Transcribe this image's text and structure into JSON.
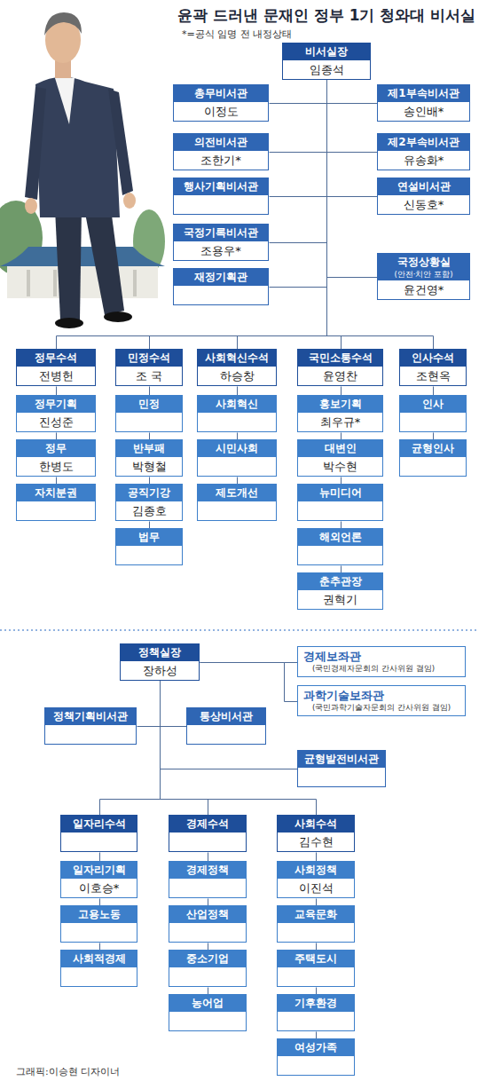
{
  "diagram": {
    "title": "윤곽 드러낸 문재인 정부 1기 청와대 비서실",
    "caption": "그래픽:이승현 디자이너",
    "nodes": [
      {
        "text": [
          "비서실장",
          "임종석"
        ]
      },
      {
        "text": [
          "총무비서관",
          "이정도"
        ]
      },
      {
        "text": [
          "제1부속비서관",
          "송인배*"
        ]
      },
      {
        "text": [
          "의전비서관",
          "조한기*"
        ]
      },
      {
        "text": [
          "제2부속비서관",
          "유송화*"
        ]
      },
      {
        "text": [
          "행사기획비서관"
        ]
      },
      {
        "text": [
          "연설비서관",
          "신동호*"
        ]
      },
      {
        "text": [
          "국정기록비서관",
          "조용우*"
        ]
      },
      {
        "text": [
          "국정상황실",
          "(안전·치안 포함)",
          "윤건영*"
        ]
      },
      {
        "text": [
          "재정기획관"
        ]
      },
      {
        "text": [
          "정무수석",
          "전병헌"
        ]
      },
      {
        "text": [
          "정무기획",
          "진성준"
        ]
      },
      {
        "text": [
          "정무",
          "한병도"
        ]
      },
      {
        "text": [
          "자치분권"
        ]
      },
      {
        "text": [
          "민정수석",
          "조 국"
        ]
      },
      {
        "text": [
          "민정"
        ]
      },
      {
        "text": [
          "반부패",
          "박형철"
        ]
      },
      {
        "text": [
          "공직기강",
          "김종호"
        ]
      },
      {
        "text": [
          "법무"
        ]
      },
      {
        "text": [
          "사회혁신수석",
          "하승창"
        ]
      },
      {
        "text": [
          "사회혁신"
        ]
      },
      {
        "text": [
          "시민사회"
        ]
      },
      {
        "text": [
          "제도개선"
        ]
      },
      {
        "text": [
          "국민소통수석",
          "윤영찬"
        ]
      },
      {
        "text": [
          "홍보기획",
          "최우규*"
        ]
      },
      {
        "text": [
          "대변인",
          "박수현"
        ]
      },
      {
        "text": [
          "뉴미디어"
        ]
      },
      {
        "text": [
          "해외언론"
        ]
      },
      {
        "text": [
          "춘추관장",
          "권혁기"
        ]
      },
      {
        "text": [
          "인사수석",
          "조현옥"
        ]
      },
      {
        "text": [
          "인사"
        ]
      },
      {
        "text": [
          "균형인사"
        ]
      },
      {
        "text": [
          "정책실장",
          "장하성"
        ]
      },
      {
        "text": [
          "경제보좌관",
          "(국민경제자문회의 간사위원 겸임)"
        ]
      },
      {
        "text": [
          "과학기술보좌관",
          "(국민과학기술자문회의 간사위원 겸임)"
        ]
      },
      {
        "text": [
          "정책기획비서관"
        ]
      },
      {
        "text": [
          "통상비서관"
        ]
      },
      {
        "text": [
          "균형발전비서관"
        ]
      },
      {
        "text": [
          "일자리수석"
        ]
      },
      {
        "text": [
          "일자리기획",
          "이호승*"
        ]
      },
      {
        "text": [
          "고용노동"
        ]
      },
      {
        "text": [
          "사회적경제"
        ]
      },
      {
        "text": [
          "경제수석"
        ]
      },
      {
        "text": [
          "경제정책"
        ]
      },
      {
        "text": [
          "산업정책"
        ]
      },
      {
        "text": [
          "중소기업"
        ]
      },
      {
        "text": [
          "농어업"
        ]
      },
      {
        "text": [
          "사회수석",
          "김수현"
        ]
      },
      {
        "text": [
          "사회정책",
          "이진석"
        ]
      },
      {
        "text": [
          "교육문화"
        ]
      },
      {
        "text": [
          "주택도시"
        ]
      },
      {
        "text": [
          "기후환경"
        ]
      },
      {
        "text": [
          "여성가족"
        ]
      }
    ],
    "edges": [
      {
        "from": 0,
        "to": 1,
        "arrow": "none"
      },
      {
        "from": 0,
        "to": 2,
        "arrow": "none"
      },
      {
        "from": 0,
        "to": 3,
        "arrow": "none"
      },
      {
        "from": 0,
        "to": 4,
        "arrow": "none"
      },
      {
        "from": 0,
        "to": 5,
        "arrow": "none"
      },
      {
        "from": 0,
        "to": 6,
        "arrow": "none"
      },
      {
        "from": 0,
        "to": 7,
        "arrow": "none"
      },
      {
        "from": 0,
        "to": 8,
        "arrow": "none"
      },
      {
        "from": 0,
        "to": 9,
        "arrow": "none"
      },
      {
        "from": 0,
        "to": 10,
        "arrow": "none"
      },
      {
        "from": 0,
        "to": 14,
        "arrow": "none"
      },
      {
        "from": 0,
        "to": 19,
        "arrow": "none"
      },
      {
        "from": 0,
        "to": 23,
        "arrow": "none"
      },
      {
        "from": 0,
        "to": 29,
        "arrow": "none"
      },
      {
        "from": 10,
        "to": 11,
        "arrow": "none"
      },
      {
        "from": 11,
        "to": 12,
        "arrow": "none"
      },
      {
        "from": 12,
        "to": 13,
        "arrow": "none"
      },
      {
        "from": 14,
        "to": 15,
        "arrow": "none"
      },
      {
        "from": 15,
        "to": 16,
        "arrow": "none"
      },
      {
        "from": 16,
        "to": 17,
        "arrow": "none"
      },
      {
        "from": 17,
        "to": 18,
        "arrow": "none"
      },
      {
        "from": 19,
        "to": 20,
        "arrow": "none"
      },
      {
        "from": 20,
        "to": 21,
        "arrow": "none"
      },
      {
        "from": 21,
        "to": 22,
        "arrow": "none"
      },
      {
        "from": 23,
        "to": 24,
        "arrow": "none"
      },
      {
        "from": 24,
        "to": 25,
        "arrow": "none"
      },
      {
        "from": 25,
        "to": 26,
        "arrow": "none"
      },
      {
        "from": 26,
        "to": 27,
        "arrow": "none"
      },
      {
        "from": 27,
        "to": 28,
        "arrow": "none"
      },
      {
        "from": 29,
        "to": 30,
        "arrow": "none"
      },
      {
        "from": 30,
        "to": 31,
        "arrow": "none"
      },
      {
        "from": 32,
        "to": 33,
        "arrow": "none"
      },
      {
        "from": 32,
        "to": 34,
        "arrow": "none"
      },
      {
        "from": 32,
        "to": 35,
        "arrow": "none"
      },
      {
        "from": 32,
        "to": 36,
        "arrow": "none"
      },
      {
        "from": 32,
        "to": 37,
        "arrow": "none"
      },
      {
        "from": 32,
        "to": 38,
        "arrow": "none"
      },
      {
        "from": 32,
        "to": 42,
        "arrow": "none"
      },
      {
        "from": 32,
        "to": 47,
        "arrow": "none"
      },
      {
        "from": 38,
        "to": 39,
        "arrow": "none"
      },
      {
        "from": 39,
        "to": 40,
        "arrow": "none"
      },
      {
        "from": 40,
        "to": 41,
        "arrow": "none"
      },
      {
        "from": 42,
        "to": 43,
        "arrow": "none"
      },
      {
        "from": 43,
        "to": 44,
        "arrow": "none"
      },
      {
        "from": 44,
        "to": 45,
        "arrow": "none"
      },
      {
        "from": 45,
        "to": 46,
        "arrow": "none"
      },
      {
        "from": 47,
        "to": 48,
        "arrow": "none"
      },
      {
        "from": 48,
        "to": 49,
        "arrow": "none"
      },
      {
        "from": 49,
        "to": 50,
        "arrow": "none"
      },
      {
        "from": 50,
        "to": 51,
        "arrow": "none"
      },
      {
        "from": 51,
        "to": 52,
        "arrow": "none"
      }
    ],
    "labels": [
      "*=공식 임명 전 내정상태"
    ]
  }
}
